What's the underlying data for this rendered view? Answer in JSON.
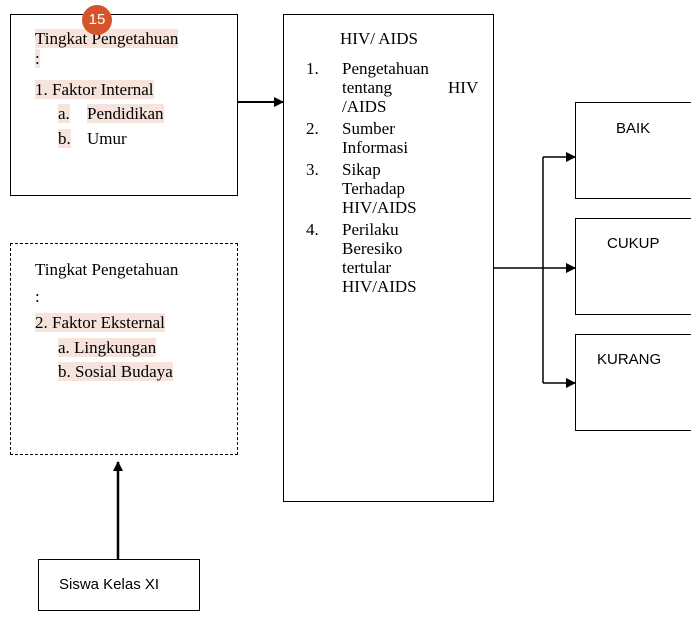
{
  "internal_box": {
    "title": "Tingkat Pengetahuan",
    "colon": ":",
    "item1": "1.  Faktor Internal",
    "item_a_letter": "a.",
    "item_a_text": "Pendidikan",
    "item_b_letter": "b.",
    "item_b_text": "Umur"
  },
  "badge": {
    "number": "15"
  },
  "external_box": {
    "title": "Tingkat Pengetahuan",
    "colon": ":",
    "item2": "2.  Faktor Eksternal",
    "item_a": "a.   Lingkungan",
    "item_b": "b.   Sosial Budaya"
  },
  "center_box": {
    "title": "HIV/ AIDS",
    "items": [
      {
        "num": "1.",
        "lines": [
          "Pengetahuan",
          "tentang",
          "HIV",
          "/AIDS"
        ]
      },
      {
        "num": "2.",
        "lines": [
          "Sumber",
          "Informasi"
        ]
      },
      {
        "num": "3.",
        "lines": [
          "Sikap",
          "Terhadap",
          "HIV/AIDS"
        ]
      },
      {
        "num": "4.",
        "lines": [
          "Perilaku",
          "Beresiko",
          "tertular",
          "HIV/AIDS"
        ]
      }
    ]
  },
  "outcomes": {
    "baik": "BAIK",
    "cukup": "CUKUP",
    "kurang": "KURANG"
  },
  "student_box": {
    "label": "Siswa Kelas XI"
  }
}
